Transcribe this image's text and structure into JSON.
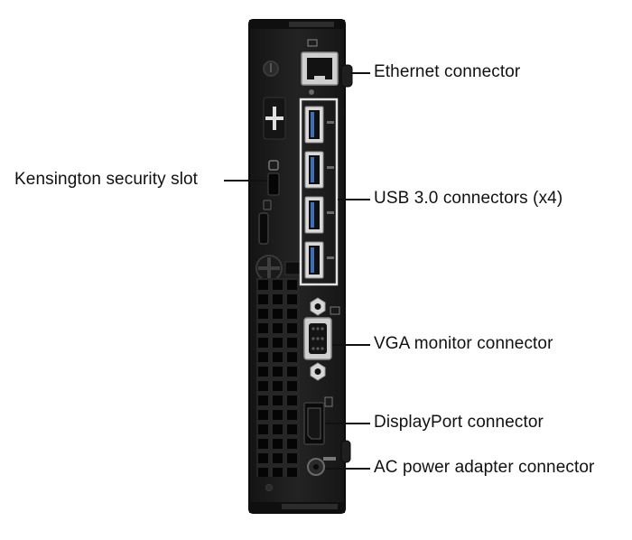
{
  "diagram": {
    "labels": {
      "ethernet": "Ethernet connector",
      "usb": "USB 3.0 connectors (x4)",
      "vga": "VGA monitor connector",
      "displayport": "DisplayPort connector",
      "power": "AC power adapter connector",
      "kensington": "Kensington security slot"
    },
    "colors": {
      "chassis": "#1c1c1c",
      "chassis_edge": "#0b0b0b",
      "port_silver": "#d8d8d8",
      "port_dark": "#0e0e0e",
      "leader": "#111111"
    },
    "usb_port_count": 4
  }
}
